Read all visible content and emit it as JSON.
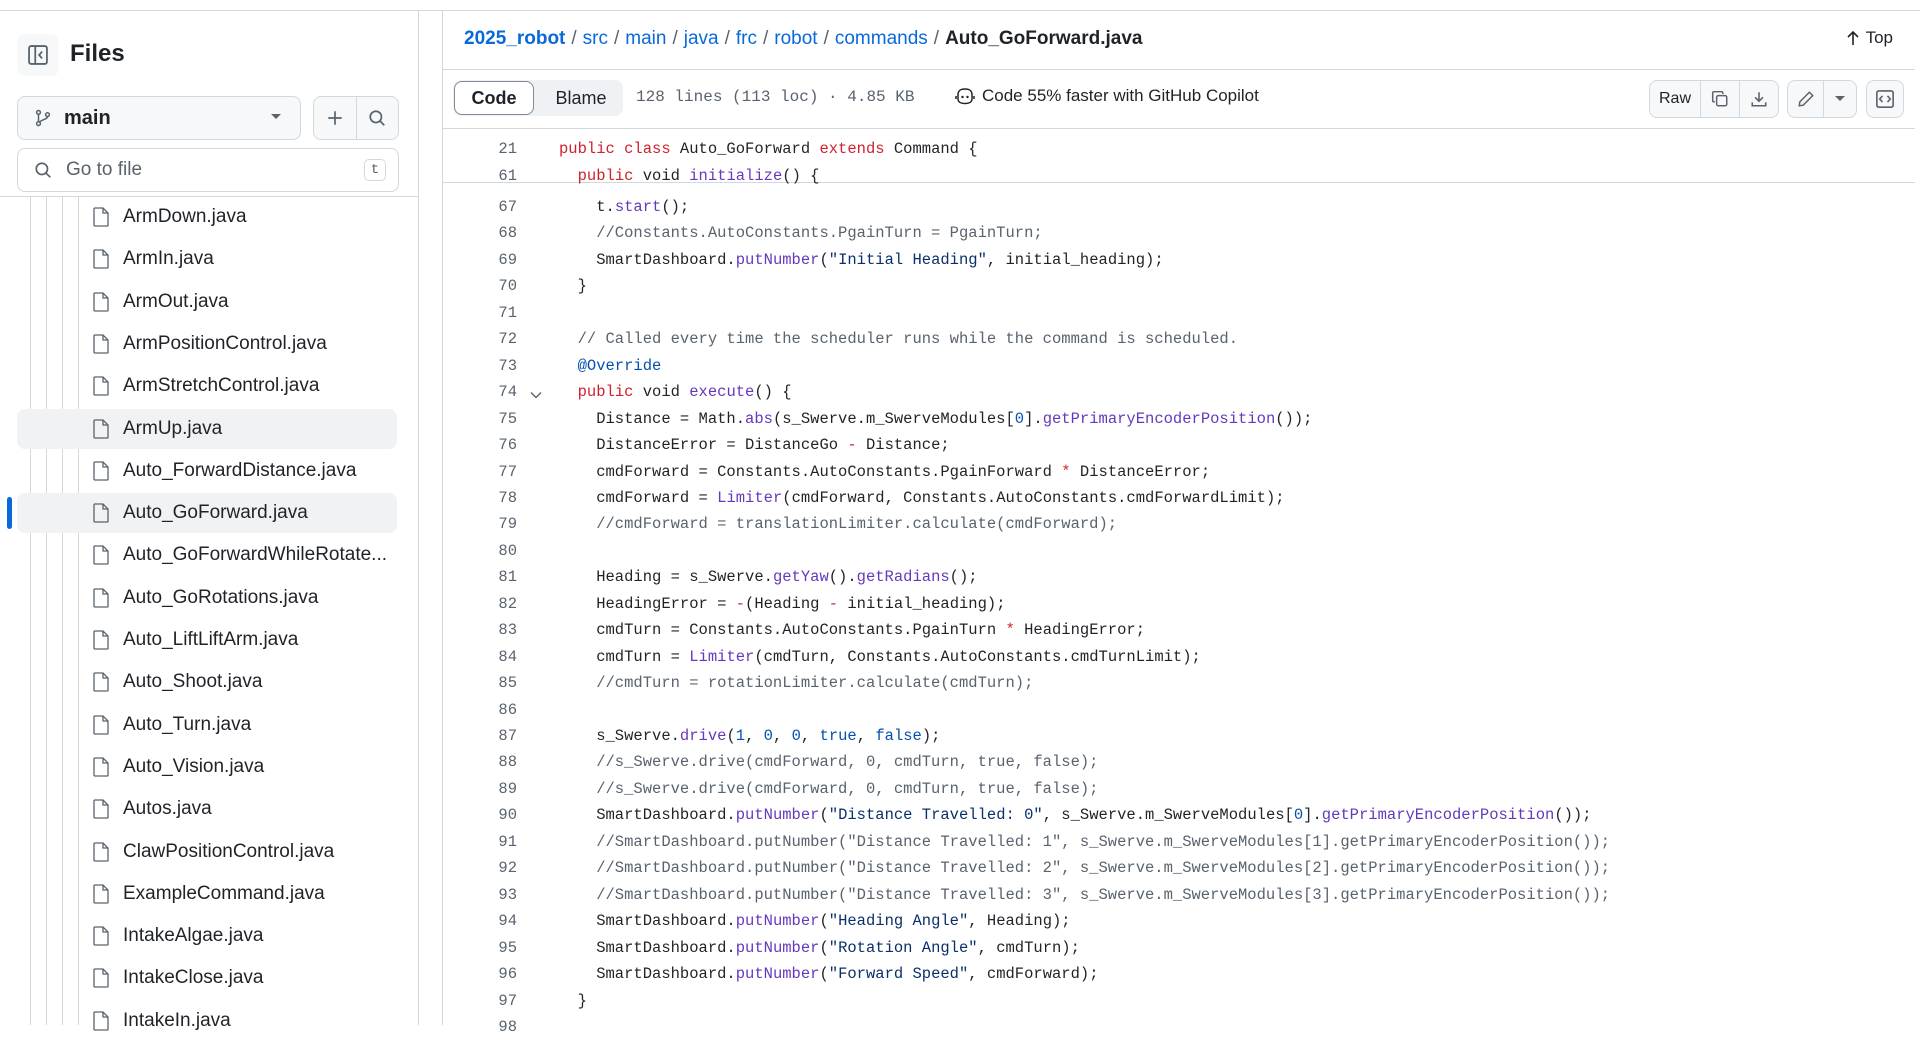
{
  "sidebar": {
    "title": "Files",
    "branch": "main",
    "search_placeholder": "Go to file",
    "search_shortcut": "t",
    "files": [
      "ArmDown.java",
      "ArmIn.java",
      "ArmOut.java",
      "ArmPositionControl.java",
      "ArmStretchControl.java",
      "ArmUp.java",
      "Auto_ForwardDistance.java",
      "Auto_GoForward.java",
      "Auto_GoForwardWhileRotate...",
      "Auto_GoRotations.java",
      "Auto_LiftLiftArm.java",
      "Auto_Shoot.java",
      "Auto_Turn.java",
      "Auto_Vision.java",
      "Autos.java",
      "ClawPositionControl.java",
      "ExampleCommand.java",
      "IntakeAlgae.java",
      "IntakeClose.java",
      "IntakeIn.java"
    ],
    "hovered_file": "ArmUp.java",
    "active_file": "Auto_GoForward.java"
  },
  "breadcrumb": {
    "repo": "2025_robot",
    "parts": [
      "src",
      "main",
      "java",
      "frc",
      "robot",
      "commands"
    ],
    "current": "Auto_GoForward.java",
    "separator": "/",
    "top_label": "Top"
  },
  "toolbar": {
    "code_tab": "Code",
    "blame_tab": "Blame",
    "file_info": "128 lines (113 loc) · 4.85 KB",
    "copilot_text": "Code 55% faster with GitHub Copilot",
    "raw_label": "Raw"
  },
  "sticky_lines": [
    {
      "num": "21",
      "tokens": [
        [
          "k",
          "public class "
        ],
        [
          "",
          "Auto_GoForward "
        ],
        [
          "k",
          "extends "
        ],
        [
          "",
          "Command {"
        ]
      ]
    },
    {
      "num": "61",
      "tokens": [
        [
          "",
          "  "
        ],
        [
          "k",
          "public "
        ],
        [
          "",
          "void "
        ],
        [
          "f",
          "initialize"
        ],
        [
          "",
          "() {"
        ]
      ]
    }
  ],
  "code_lines": [
    {
      "num": "67",
      "tokens": [
        [
          "",
          "    t."
        ],
        [
          "f",
          "start"
        ],
        [
          "",
          "();"
        ]
      ]
    },
    {
      "num": "68",
      "tokens": [
        [
          "c",
          "    //Constants.AutoConstants.PgainTurn = PgainTurn;"
        ]
      ]
    },
    {
      "num": "69",
      "tokens": [
        [
          "",
          "    SmartDashboard."
        ],
        [
          "f",
          "putNumber"
        ],
        [
          "",
          "("
        ],
        [
          "s",
          "\"Initial Heading\""
        ],
        [
          "",
          ", initial_heading);"
        ]
      ]
    },
    {
      "num": "70",
      "tokens": [
        [
          "",
          "  }"
        ]
      ]
    },
    {
      "num": "71",
      "tokens": []
    },
    {
      "num": "72",
      "tokens": [
        [
          "c",
          "  // Called every time the scheduler runs while the command is scheduled."
        ]
      ]
    },
    {
      "num": "73",
      "tokens": [
        [
          "n",
          "  @Override"
        ]
      ]
    },
    {
      "num": "74",
      "fold": true,
      "tokens": [
        [
          "",
          "  "
        ],
        [
          "k",
          "public "
        ],
        [
          "",
          "void "
        ],
        [
          "f",
          "execute"
        ],
        [
          "",
          "() {"
        ]
      ]
    },
    {
      "num": "75",
      "tokens": [
        [
          "",
          "    Distance = Math."
        ],
        [
          "f",
          "abs"
        ],
        [
          "",
          "(s_Swerve.m_SwerveModules["
        ],
        [
          "n",
          "0"
        ],
        [
          "",
          "]."
        ],
        [
          "f",
          "getPrimaryEncoderPosition"
        ],
        [
          "",
          "());"
        ]
      ]
    },
    {
      "num": "76",
      "tokens": [
        [
          "",
          "    DistanceError = DistanceGo "
        ],
        [
          "k",
          "-"
        ],
        [
          "",
          " Distance;"
        ]
      ]
    },
    {
      "num": "77",
      "tokens": [
        [
          "",
          "    cmdForward = Constants.AutoConstants.PgainForward "
        ],
        [
          "k",
          "*"
        ],
        [
          "",
          " DistanceError;"
        ]
      ]
    },
    {
      "num": "78",
      "tokens": [
        [
          "",
          "    cmdForward = "
        ],
        [
          "f",
          "Limiter"
        ],
        [
          "",
          "(cmdForward, Constants.AutoConstants.cmdForwardLimit);"
        ]
      ]
    },
    {
      "num": "79",
      "tokens": [
        [
          "c",
          "    //cmdForward = translationLimiter.calculate(cmdForward);"
        ]
      ]
    },
    {
      "num": "80",
      "tokens": []
    },
    {
      "num": "81",
      "tokens": [
        [
          "",
          "    Heading = s_Swerve."
        ],
        [
          "f",
          "getYaw"
        ],
        [
          "",
          "()."
        ],
        [
          "f",
          "getRadians"
        ],
        [
          "",
          "();"
        ]
      ]
    },
    {
      "num": "82",
      "tokens": [
        [
          "",
          "    HeadingError = "
        ],
        [
          "k",
          "-"
        ],
        [
          "",
          "(Heading "
        ],
        [
          "k",
          "-"
        ],
        [
          "",
          " initial_heading);"
        ]
      ]
    },
    {
      "num": "83",
      "tokens": [
        [
          "",
          "    cmdTurn = Constants.AutoConstants.PgainTurn "
        ],
        [
          "k",
          "*"
        ],
        [
          "",
          " HeadingError;"
        ]
      ]
    },
    {
      "num": "84",
      "tokens": [
        [
          "",
          "    cmdTurn = "
        ],
        [
          "f",
          "Limiter"
        ],
        [
          "",
          "(cmdTurn, Constants.AutoConstants.cmdTurnLimit);"
        ]
      ]
    },
    {
      "num": "85",
      "tokens": [
        [
          "c",
          "    //cmdTurn = rotationLimiter.calculate(cmdTurn);"
        ]
      ]
    },
    {
      "num": "86",
      "tokens": []
    },
    {
      "num": "87",
      "tokens": [
        [
          "",
          "    s_Swerve."
        ],
        [
          "f",
          "drive"
        ],
        [
          "",
          "("
        ],
        [
          "n",
          "1"
        ],
        [
          "",
          ", "
        ],
        [
          "n",
          "0"
        ],
        [
          "",
          ", "
        ],
        [
          "n",
          "0"
        ],
        [
          "",
          ", "
        ],
        [
          "n",
          "true"
        ],
        [
          "",
          ", "
        ],
        [
          "n",
          "false"
        ],
        [
          "",
          ");"
        ]
      ]
    },
    {
      "num": "88",
      "tokens": [
        [
          "c",
          "    //s_Swerve.drive(cmdForward, 0, cmdTurn, true, false);"
        ]
      ]
    },
    {
      "num": "89",
      "tokens": [
        [
          "c",
          "    //s_Swerve.drive(cmdForward, 0, cmdTurn, true, false);"
        ]
      ]
    },
    {
      "num": "90",
      "tokens": [
        [
          "",
          "    SmartDashboard."
        ],
        [
          "f",
          "putNumber"
        ],
        [
          "",
          "("
        ],
        [
          "s",
          "\"Distance Travelled: 0\""
        ],
        [
          "",
          ", s_Swerve.m_SwerveModules["
        ],
        [
          "n",
          "0"
        ],
        [
          "",
          "]."
        ],
        [
          "f",
          "getPrimaryEncoderPosition"
        ],
        [
          "",
          "());"
        ]
      ]
    },
    {
      "num": "91",
      "tokens": [
        [
          "c",
          "    //SmartDashboard.putNumber(\"Distance Travelled: 1\", s_Swerve.m_SwerveModules[1].getPrimaryEncoderPosition());"
        ]
      ]
    },
    {
      "num": "92",
      "tokens": [
        [
          "c",
          "    //SmartDashboard.putNumber(\"Distance Travelled: 2\", s_Swerve.m_SwerveModules[2].getPrimaryEncoderPosition());"
        ]
      ]
    },
    {
      "num": "93",
      "tokens": [
        [
          "c",
          "    //SmartDashboard.putNumber(\"Distance Travelled: 3\", s_Swerve.m_SwerveModules[3].getPrimaryEncoderPosition());"
        ]
      ]
    },
    {
      "num": "94",
      "tokens": [
        [
          "",
          "    SmartDashboard."
        ],
        [
          "f",
          "putNumber"
        ],
        [
          "",
          "("
        ],
        [
          "s",
          "\"Heading Angle\""
        ],
        [
          "",
          ", Heading);"
        ]
      ]
    },
    {
      "num": "95",
      "tokens": [
        [
          "",
          "    SmartDashboard."
        ],
        [
          "f",
          "putNumber"
        ],
        [
          "",
          "("
        ],
        [
          "s",
          "\"Rotation Angle\""
        ],
        [
          "",
          ", cmdTurn);"
        ]
      ]
    },
    {
      "num": "96",
      "tokens": [
        [
          "",
          "    SmartDashboard."
        ],
        [
          "f",
          "putNumber"
        ],
        [
          "",
          "("
        ],
        [
          "s",
          "\"Forward Speed\""
        ],
        [
          "",
          ", cmdForward);"
        ]
      ]
    },
    {
      "num": "97",
      "tokens": [
        [
          "",
          "  }"
        ]
      ]
    },
    {
      "num": "98",
      "tokens": []
    }
  ],
  "colors": {
    "link": "#0969da",
    "keyword": "#cf222e",
    "function": "#6639ba",
    "comment": "#59636e",
    "string": "#0a3069",
    "constant": "#0550ae"
  }
}
